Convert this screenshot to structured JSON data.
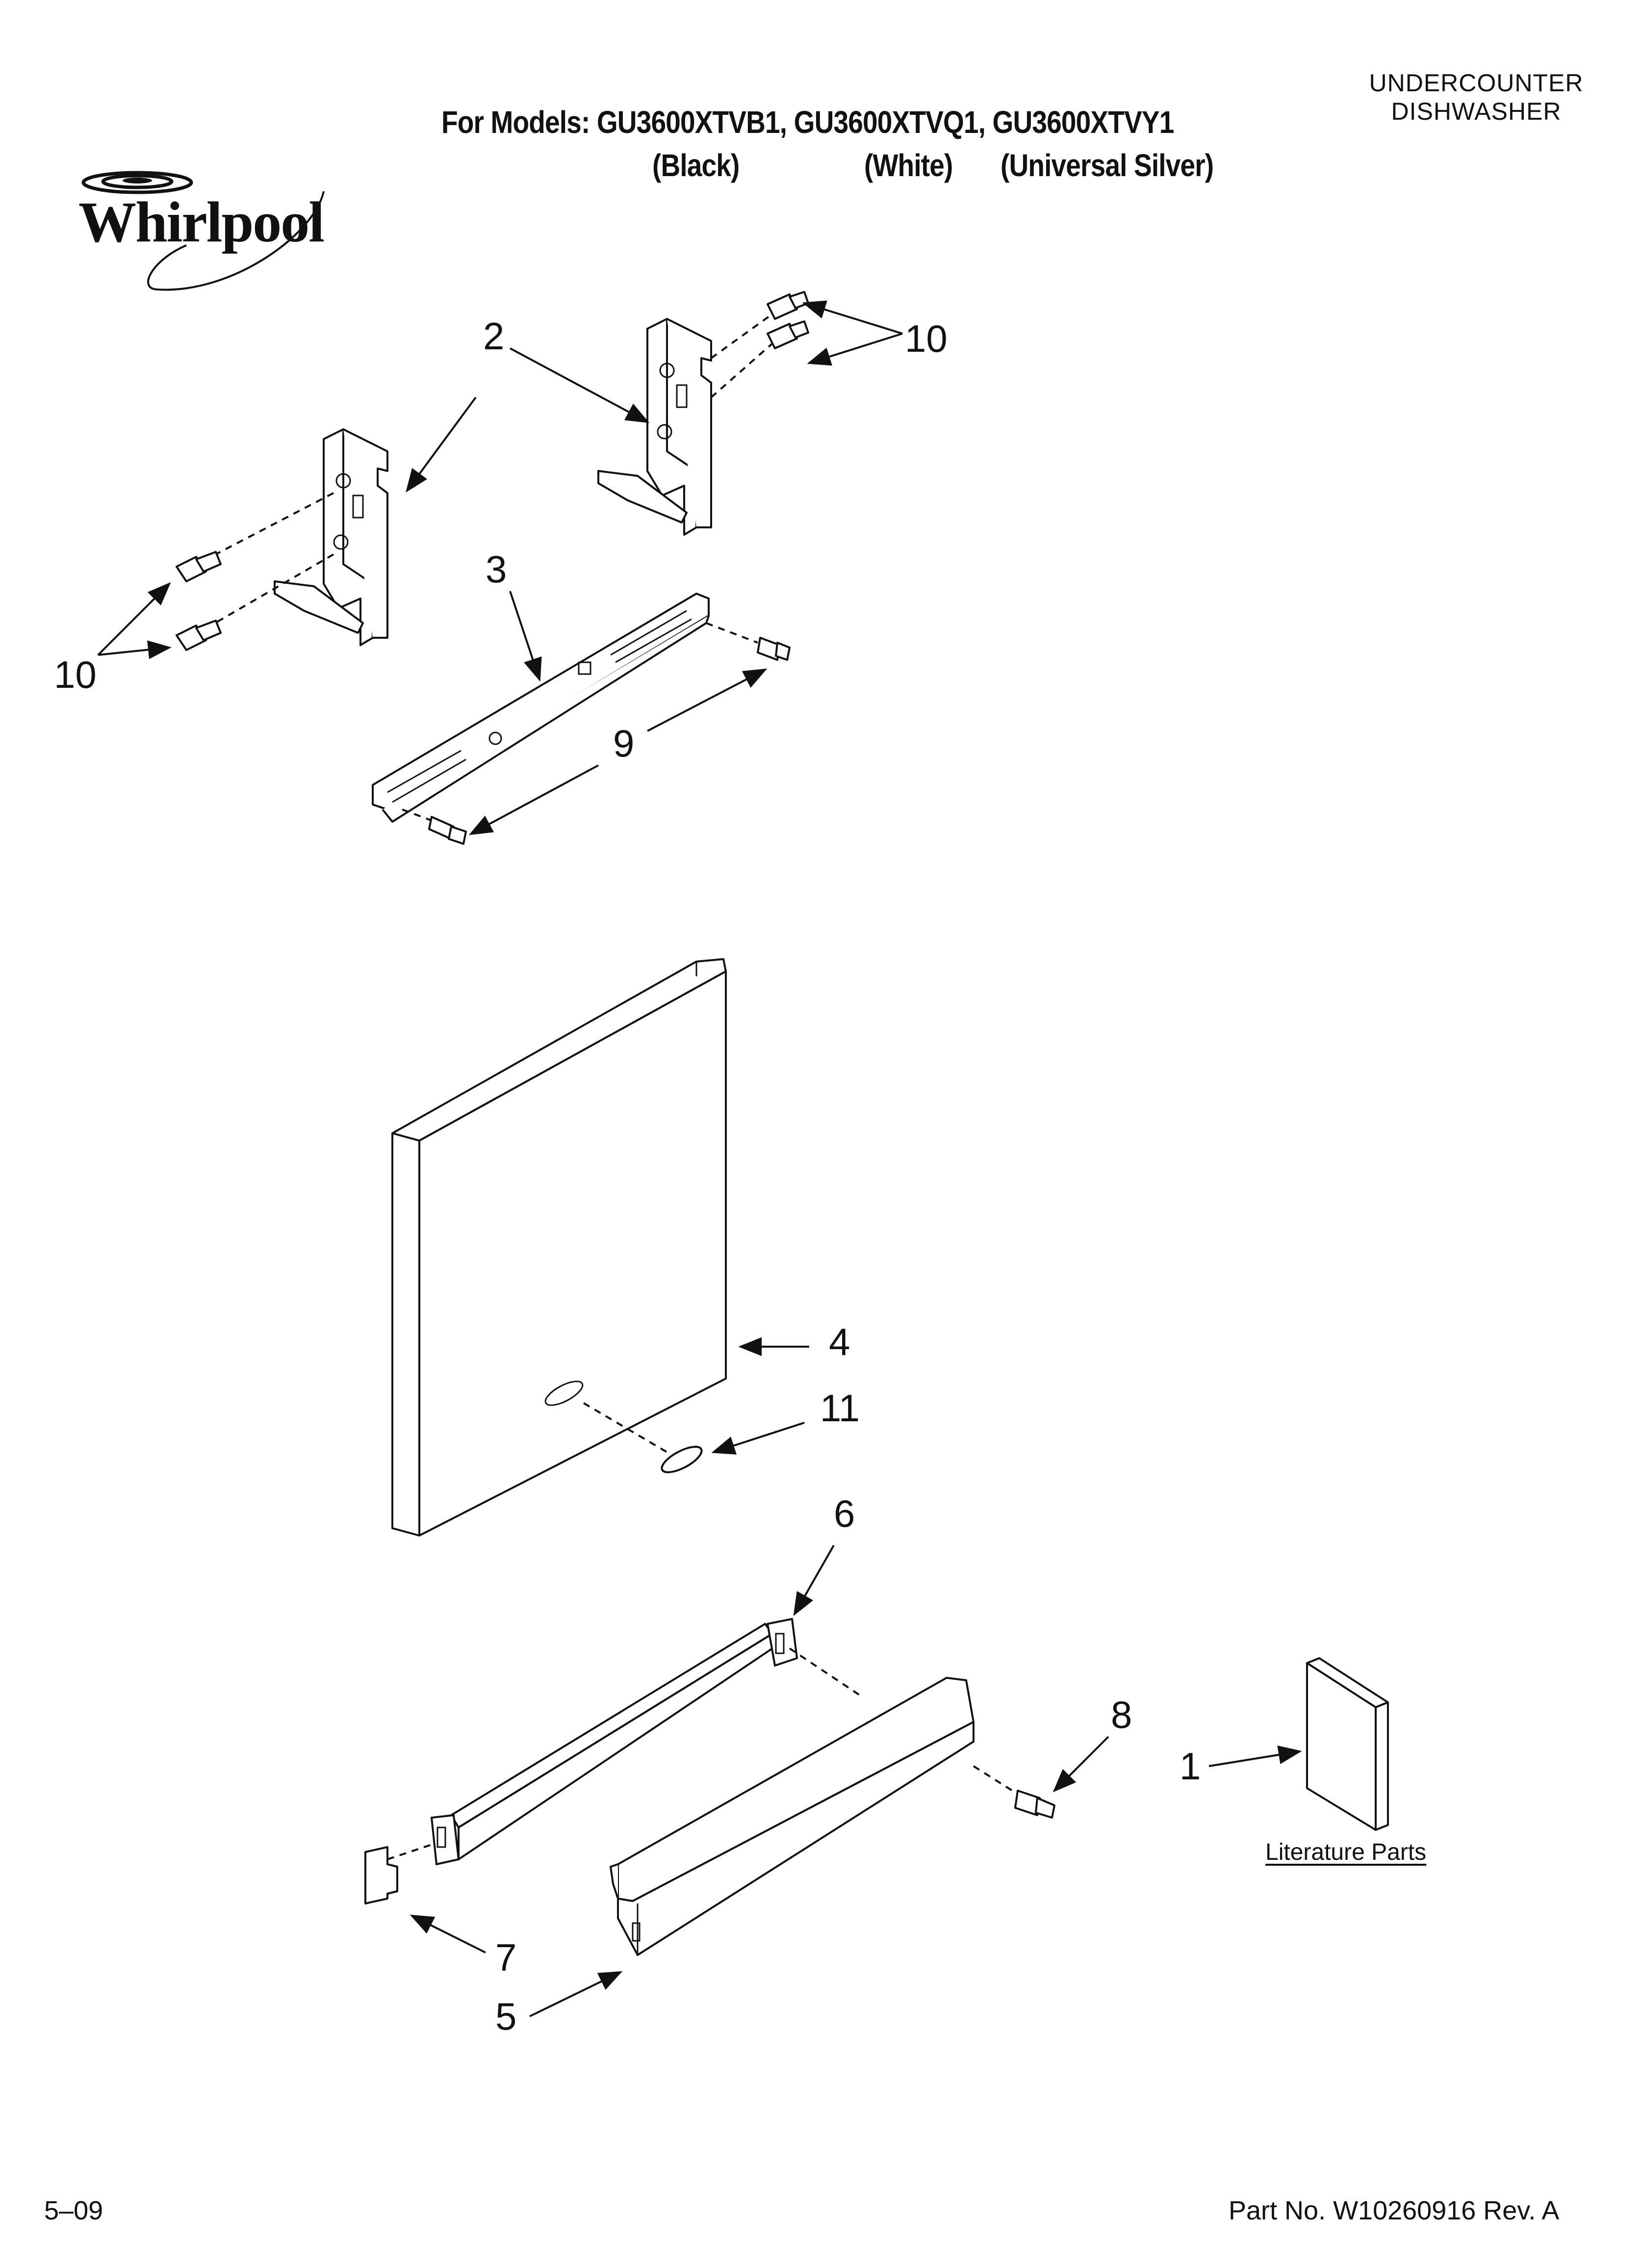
{
  "header": {
    "models_line": "For Models: GU3600XTVB1, GU3600XTVQ1, GU3600XTVY1",
    "color_black": "(Black)",
    "color_white": "(White)",
    "color_silver": "(Universal Silver)",
    "category_line1": "UNDERCOUNTER",
    "category_line2": "DISHWASHER"
  },
  "brand": {
    "logo_text": "Whirlpool"
  },
  "callouts": {
    "c1": "1",
    "c2": "2",
    "c3": "3",
    "c4": "4",
    "c5": "5",
    "c6": "6",
    "c7": "7",
    "c8": "8",
    "c9": "9",
    "c10_right": "10",
    "c10_left": "10",
    "c11": "11"
  },
  "literature_label": "Literature Parts",
  "footer": {
    "date": "5–09",
    "part_number": "Part No. W10260916 Rev. A"
  }
}
